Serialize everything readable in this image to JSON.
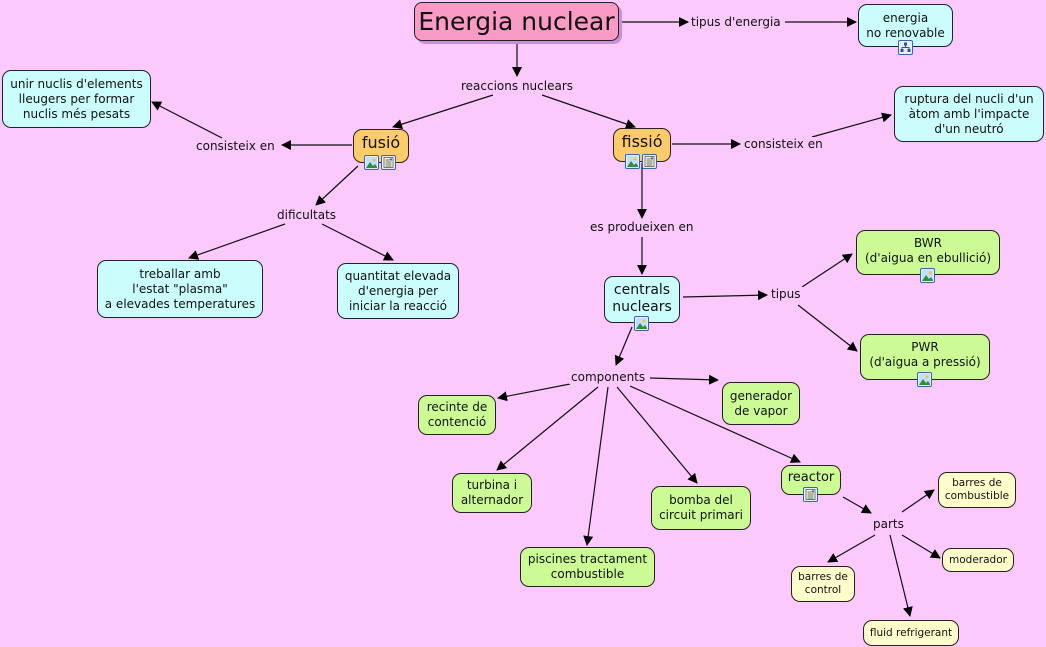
{
  "title": "Energia nuclear",
  "nodes": {
    "energia_no_renovable": "energia\nno renovable",
    "unir_nuclis": "unir nuclis d'elements\nlleugers per formar\nnuclis més pesats",
    "fusio": "fusió",
    "fissio": "fissió",
    "ruptura": "ruptura del nucli d'un\nàtom amb l'impacte\nd'un neutró",
    "treballar_plasma": "treballar amb\nl'estat \"plasma\"\na elevades temperatures",
    "quantitat_elevada": "quantitat elevada\nd'energia per\niniciar la reacció",
    "centrals_nuclears": "centrals\nnuclears",
    "bwr": "BWR\n(d'aigua en ebullició)",
    "pwr": "PWR\n(d'aigua a pressió)",
    "recinte": "recinte de\ncontenció",
    "generador": "generador\nde vapor",
    "turbina": "turbina i\nalternador",
    "bomba": "bomba del\ncircuit primari",
    "piscines": "piscines tractament\ncombustible",
    "reactor": "reactor",
    "barres_combustible": "barres de\ncombustible",
    "moderador": "moderador",
    "barres_control": "barres de\ncontrol",
    "fluid": "fluid refrigerant"
  },
  "links": {
    "tipus_energia": "tipus d'energia",
    "reaccions_nuclears": "reaccions nuclears",
    "consisteix_fusio": "consisteix en",
    "consisteix_fissio": "consisteix en",
    "dificultats": "dificultats",
    "es_produeixen": "es produeixen en",
    "tipus": "tipus",
    "components": "components",
    "parts": "parts"
  },
  "icons": {
    "concept_map": "concept-map-icon",
    "image": "image-icon",
    "document": "document-icon"
  },
  "colors": {
    "background": "#fcc9fc",
    "title": "#f99bc4",
    "cyan": "#ccfdfd",
    "green": "#ccfb95",
    "orange": "#fdcc6a",
    "yellow": "#fdfdcc"
  }
}
